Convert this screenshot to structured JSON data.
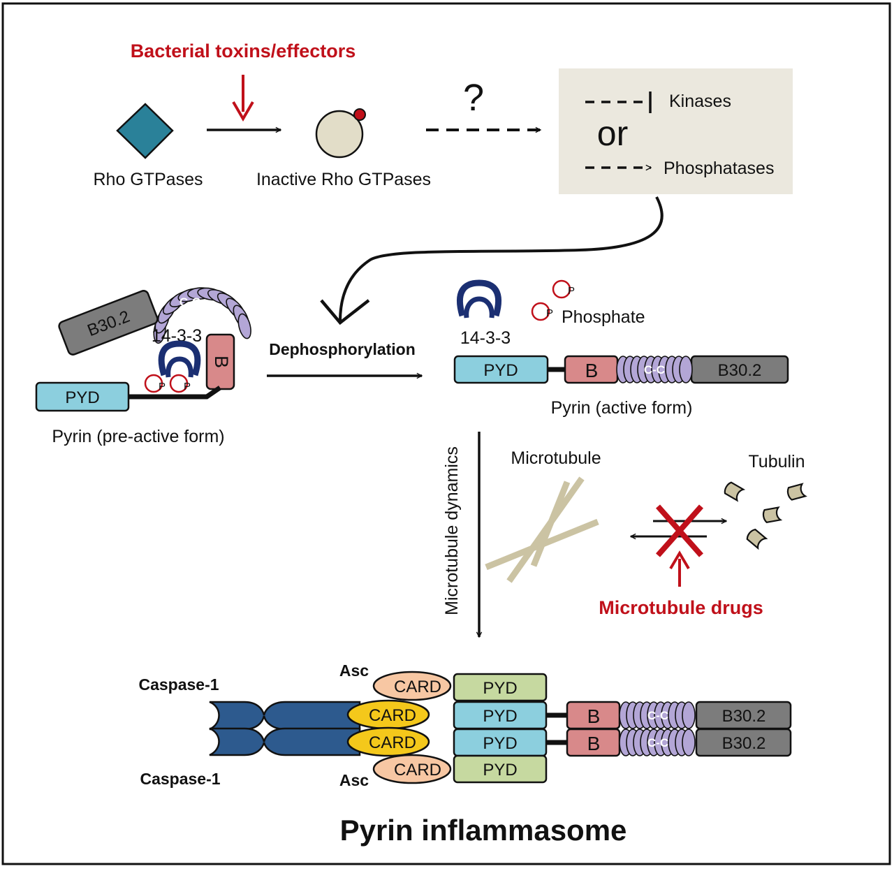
{
  "colors": {
    "pyd_blue": "#8ccfde",
    "pyd_green": "#c6d9a0",
    "b_box": "#d8898a",
    "cc_lilac": "#b3a6d6",
    "b30_gray": "#7c7c7c",
    "card_orange": "#f7c7a3",
    "card_yellow": "#f4c81b",
    "caspase_blue": "#2d5a8e",
    "adapter_navy": "#1b2f72",
    "phos_red": "#c0101a",
    "rho_teal": "#2a8199",
    "inactive_beige": "#e2ddc8",
    "box_beige": "#ebe8de",
    "tubulin_tan": "#cbc3a3"
  },
  "top": {
    "bacterial_toxins": "Bacterial toxins/effectors",
    "rho_gtpases": "Rho GTPases",
    "inactive_rho": "Inactive Rho GTPases",
    "question": "?"
  },
  "box": {
    "kinases": "Kinases",
    "or": "or",
    "phosphatases": "Phosphatases"
  },
  "preactive": {
    "b302": "B30.2",
    "cc": "C-C",
    "adapter": "14-3-3",
    "b": "B",
    "p1": "P",
    "p2": "P",
    "pyd": "PYD",
    "caption": "Pyrin (pre-active form)"
  },
  "dephos": "Dephosphorylation",
  "active": {
    "adapter": "14-3-3",
    "p_top": "P",
    "p_bottom": "P",
    "phosphate": "Phosphate",
    "pyd": "PYD",
    "b": "B",
    "cc": "C-C",
    "b302": "B30.2",
    "caption": "Pyrin (active form)"
  },
  "mt": {
    "dynamics": "Microtubule dynamics",
    "microtubule": "Microtubule",
    "tubulin": "Tubulin",
    "drugs": "Microtubule drugs"
  },
  "inflammasome": {
    "caspase_top": "Caspase-1",
    "caspase_bottom": "Caspase-1",
    "asc_top": "Asc",
    "asc_bottom": "Asc",
    "card": "CARD",
    "pyd": "PYD",
    "b": "B",
    "cc": "C-C",
    "b302": "B30.2",
    "title": "Pyrin inflammasome"
  }
}
